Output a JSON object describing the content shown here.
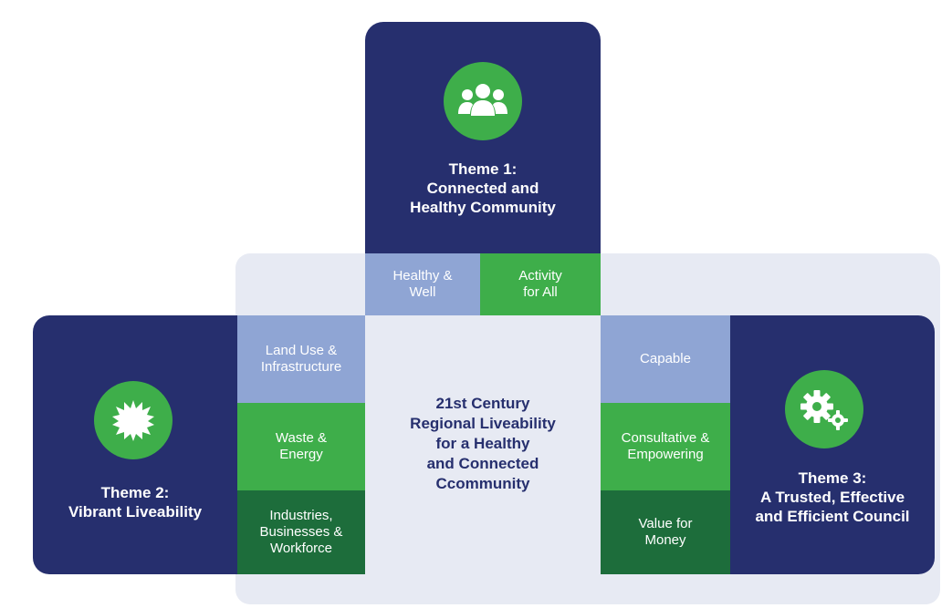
{
  "center": {
    "lines": [
      "21st Century",
      "Regional Liveability",
      "for a Healthy",
      "and Connected",
      "Ccommunity"
    ]
  },
  "theme1": {
    "title_lines": [
      "Theme 1:",
      "Connected and",
      "Healthy Community"
    ],
    "icon": "people-group-icon",
    "items": [
      {
        "lines": [
          "Healthy &",
          "Well"
        ],
        "color": "#8fa5d4"
      },
      {
        "lines": [
          "Activity",
          "for All"
        ],
        "color": "#3eae4a"
      }
    ]
  },
  "theme2": {
    "title_lines": [
      "Theme 2:",
      "Vibrant Liveability"
    ],
    "icon": "sun-burst-icon",
    "items": [
      {
        "lines": [
          "Land Use &",
          "Infrastructure"
        ],
        "color": "#8fa5d4"
      },
      {
        "lines": [
          "Waste &",
          "Energy"
        ],
        "color": "#3eae4a"
      },
      {
        "lines": [
          "Industries,",
          "Businesses &",
          "Workforce"
        ],
        "color": "#1d6d3b"
      }
    ]
  },
  "theme3": {
    "title_lines": [
      "Theme 3:",
      "A Trusted, Effective",
      "and Efficient Council"
    ],
    "icon": "gears-icon",
    "items": [
      {
        "lines": [
          "Capable"
        ],
        "color": "#8fa5d4"
      },
      {
        "lines": [
          "Consultative &",
          "Empowering"
        ],
        "color": "#3eae4a"
      },
      {
        "lines": [
          "Value for",
          "Money"
        ],
        "color": "#1d6d3b"
      }
    ]
  },
  "colors": {
    "navy": "#262f6e",
    "green": "#3eae4a",
    "dark_green": "#1d6d3b",
    "light_blue": "#8fa5d4",
    "panel": "#e7eaf3"
  }
}
